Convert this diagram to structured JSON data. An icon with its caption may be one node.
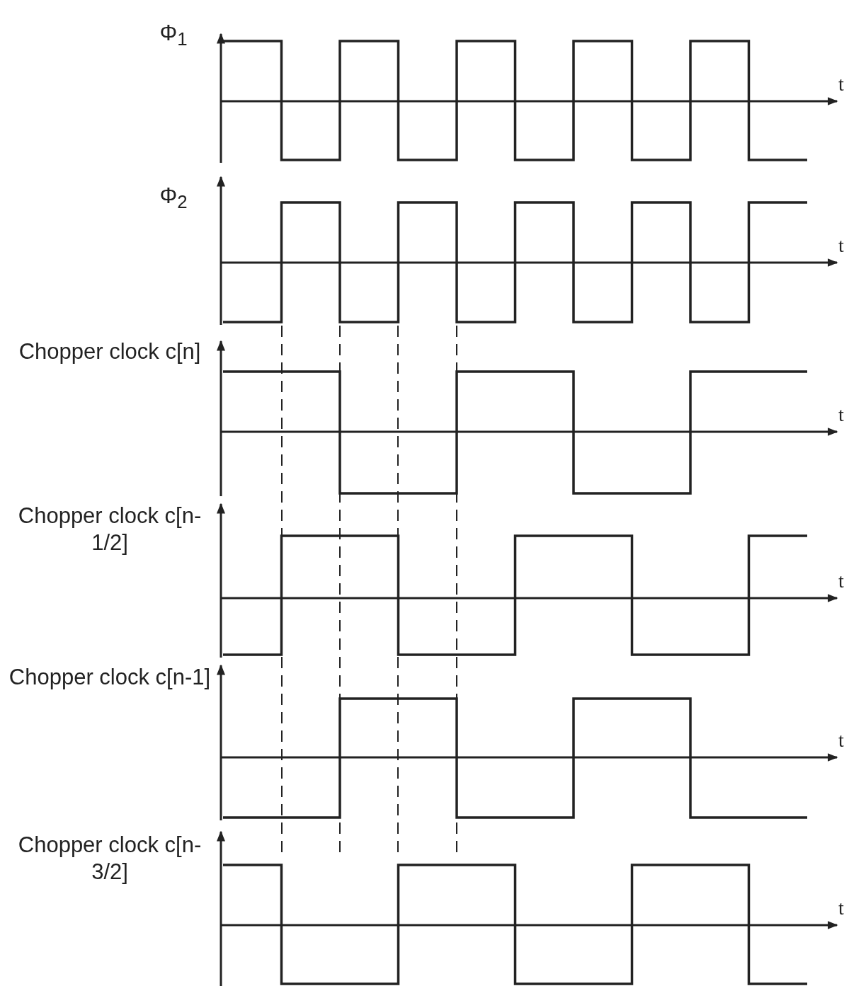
{
  "diagram": {
    "labels": [
      "Φ$_{1}$",
      "t",
      "Φ$_{2}$",
      "t",
      "Chopper clock c[n]",
      "t",
      "Chopper clock c[n-1/2]",
      "t",
      "Chopper clock c[n-1]",
      "t",
      "Chopper clock c[n-3/2]",
      "t"
    ]
  }
}
